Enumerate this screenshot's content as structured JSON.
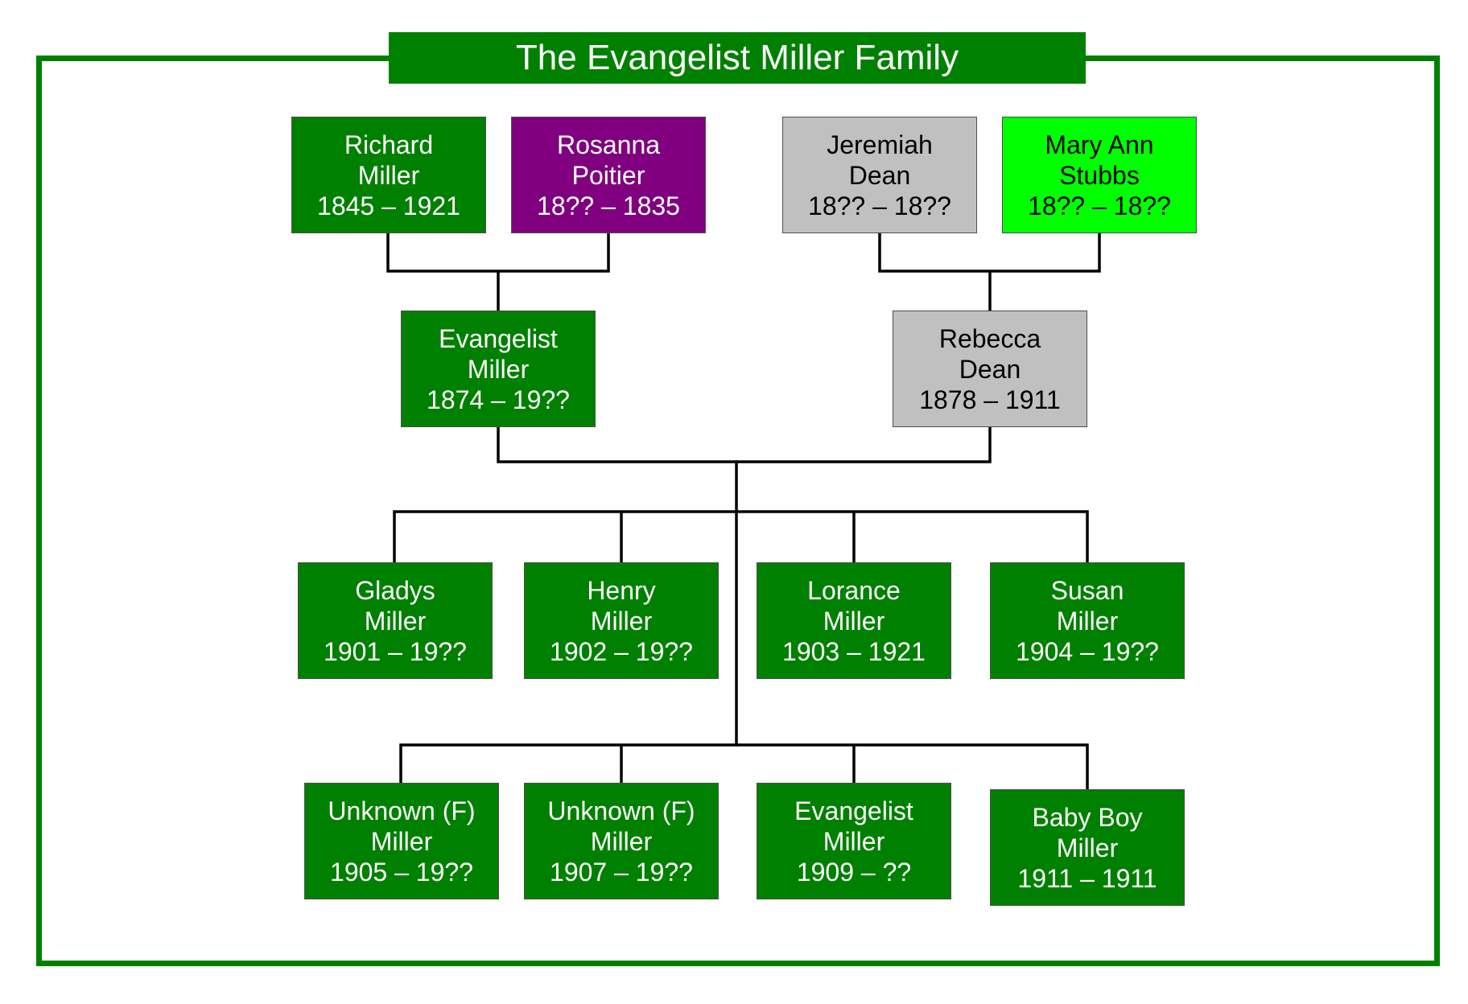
{
  "title": "The Evangelist Miller Family",
  "colors": {
    "frame": "#008000",
    "title_background": "#008000",
    "male_line": "#008000",
    "purple": "#800080",
    "gray": "#c0c0c0",
    "lime": "#00ff00",
    "connector": "#000000"
  },
  "people": {
    "richard": {
      "first": "Richard",
      "last": "Miller",
      "dates": "1845 – 1921"
    },
    "rosanna": {
      "first": "Rosanna",
      "last": "Poitier",
      "dates": "18?? – 1835"
    },
    "jeremiah": {
      "first": "Jeremiah",
      "last": "Dean",
      "dates": "18?? – 18??"
    },
    "maryann": {
      "first": "Mary Ann",
      "last": "Stubbs",
      "dates": "18?? – 18??"
    },
    "evangelist": {
      "first": "Evangelist",
      "last": "Miller",
      "dates": "1874 – 19??"
    },
    "rebecca": {
      "first": "Rebecca",
      "last": "Dean",
      "dates": "1878 – 1911"
    },
    "gladys": {
      "first": "Gladys",
      "last": "Miller",
      "dates": "1901 – 19??"
    },
    "henry": {
      "first": "Henry",
      "last": "Miller",
      "dates": "1902 – 19??"
    },
    "lorance": {
      "first": "Lorance",
      "last": "Miller",
      "dates": "1903 – 1921"
    },
    "susan": {
      "first": "Susan",
      "last": "Miller",
      "dates": "1904 – 19??"
    },
    "unknown1": {
      "first": "Unknown (F)",
      "last": "Miller",
      "dates": "1905 – 19??"
    },
    "unknown2": {
      "first": "Unknown (F)",
      "last": "Miller",
      "dates": "1907 – 19??"
    },
    "evangelist2": {
      "first": "Evangelist",
      "last": "Miller",
      "dates": "1909 – ??"
    },
    "babyboy": {
      "first": "Baby Boy",
      "last": "Miller",
      "dates": "1911 – 1911"
    }
  }
}
